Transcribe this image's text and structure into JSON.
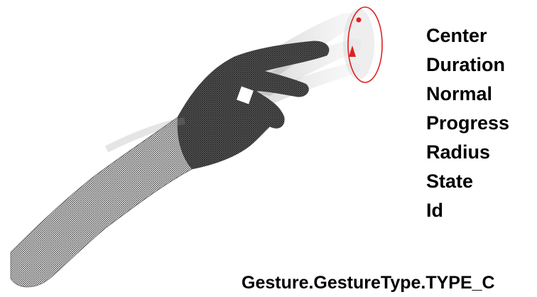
{
  "illustration": {
    "subject": "hand-mesh-icon",
    "gesture_path_icon": "circle-arrow-icon",
    "accent_color": "#e02020",
    "mesh_color": "#3a3a3a"
  },
  "properties": [
    "Center",
    "Duration",
    "Normal",
    "Progress",
    "Radius",
    "State",
    "Id"
  ],
  "caption": "Gesture.GestureType.TYPE_C"
}
